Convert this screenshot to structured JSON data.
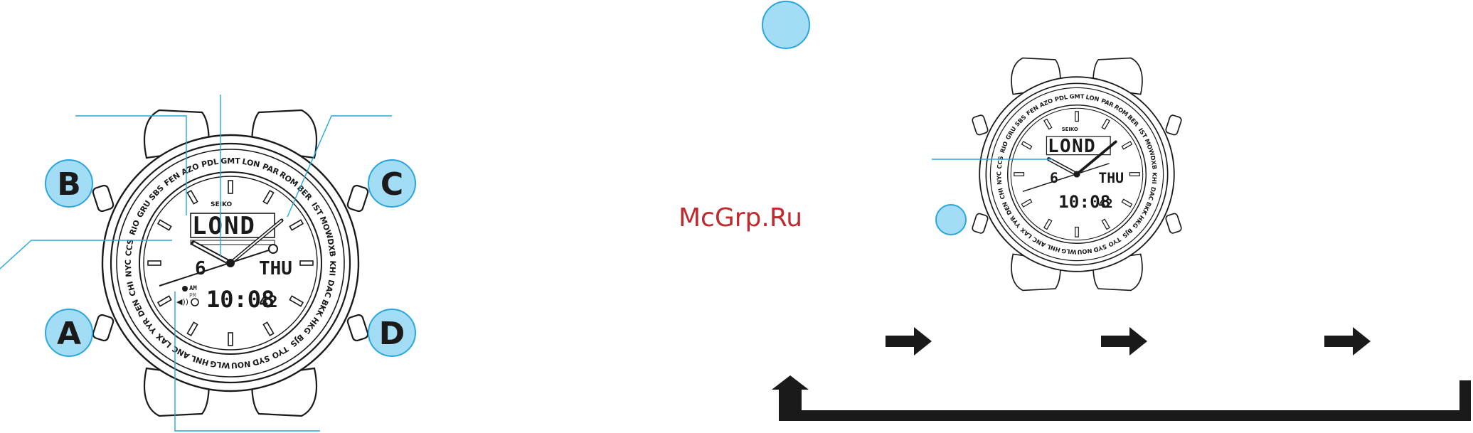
{
  "watermark": "McGrp.Ru",
  "buttons": {
    "a": "A",
    "b": "B",
    "c": "C",
    "d": "D"
  },
  "watch": {
    "brand": "SEIKO",
    "city_display": "LOND",
    "date": "6",
    "weekday": "THU",
    "time": "10:08",
    "seconds": "42",
    "am_label": "AM",
    "pm_label": "PM",
    "bezel_cities": [
      "GMT",
      "LON",
      "PAR",
      "ROM",
      "BER",
      "IST",
      "MOW",
      "DXB",
      "KHI",
      "DAC",
      "BKK",
      "HKG",
      "BJS",
      "TYO",
      "SYD",
      "NOU",
      "WLG",
      "HNL",
      "ANC",
      "LAX",
      "YYR",
      "DEN",
      "CHI",
      "NYC",
      "CCS",
      "RIO",
      "GRU",
      "SBS",
      "FEN",
      "AZO",
      "PDL"
    ]
  },
  "colors": {
    "accent_fill": "#a3dcf5",
    "accent_stroke": "#29a6dc",
    "leader_line": "#29a6dc",
    "watermark": "#c0292e",
    "ink": "#1a1a1a"
  }
}
